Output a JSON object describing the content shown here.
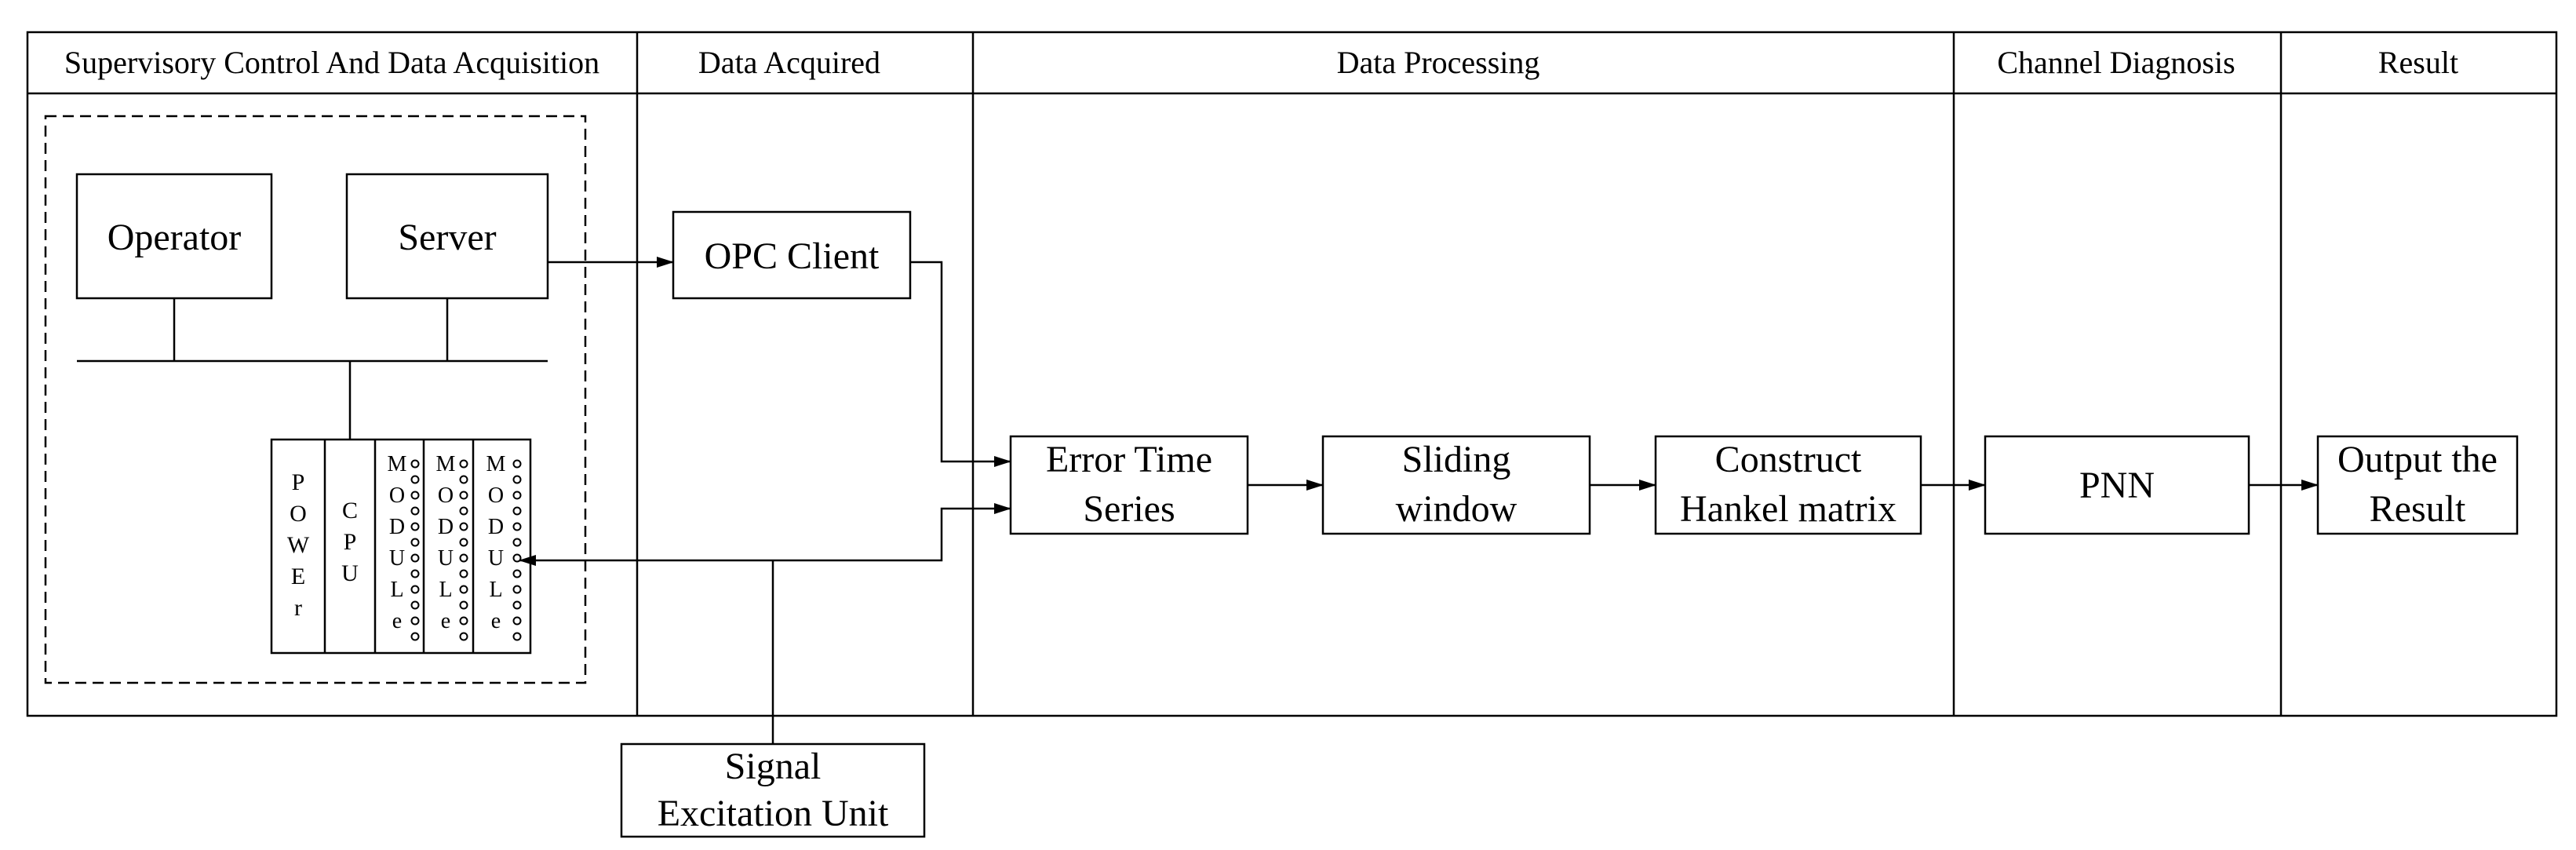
{
  "headers": {
    "scada": "Supervisory Control And Data Acquisition",
    "acquired": "Data Acquired",
    "processing": "Data Processing",
    "diagnosis": "Channel Diagnosis",
    "result": "Result"
  },
  "scada": {
    "operator": "Operator",
    "server": "Server",
    "rack": {
      "power": [
        "P",
        "O",
        "W",
        "E",
        "r"
      ],
      "cpu": [
        "C",
        "P",
        "U"
      ],
      "module": [
        "M",
        "O",
        "D",
        "U",
        "L",
        "e"
      ]
    }
  },
  "acquired": {
    "opc_client": "OPC Client"
  },
  "processing": {
    "error_series": [
      "Error Time",
      "Series"
    ],
    "sliding_window": [
      "Sliding",
      "window"
    ],
    "hankel": [
      "Construct",
      "Hankel matrix"
    ]
  },
  "diagnosis": {
    "pnn": "PNN"
  },
  "result": {
    "output": [
      "Output the",
      "Result"
    ]
  },
  "signal_unit": [
    "Signal",
    "Excitation Unit"
  ]
}
